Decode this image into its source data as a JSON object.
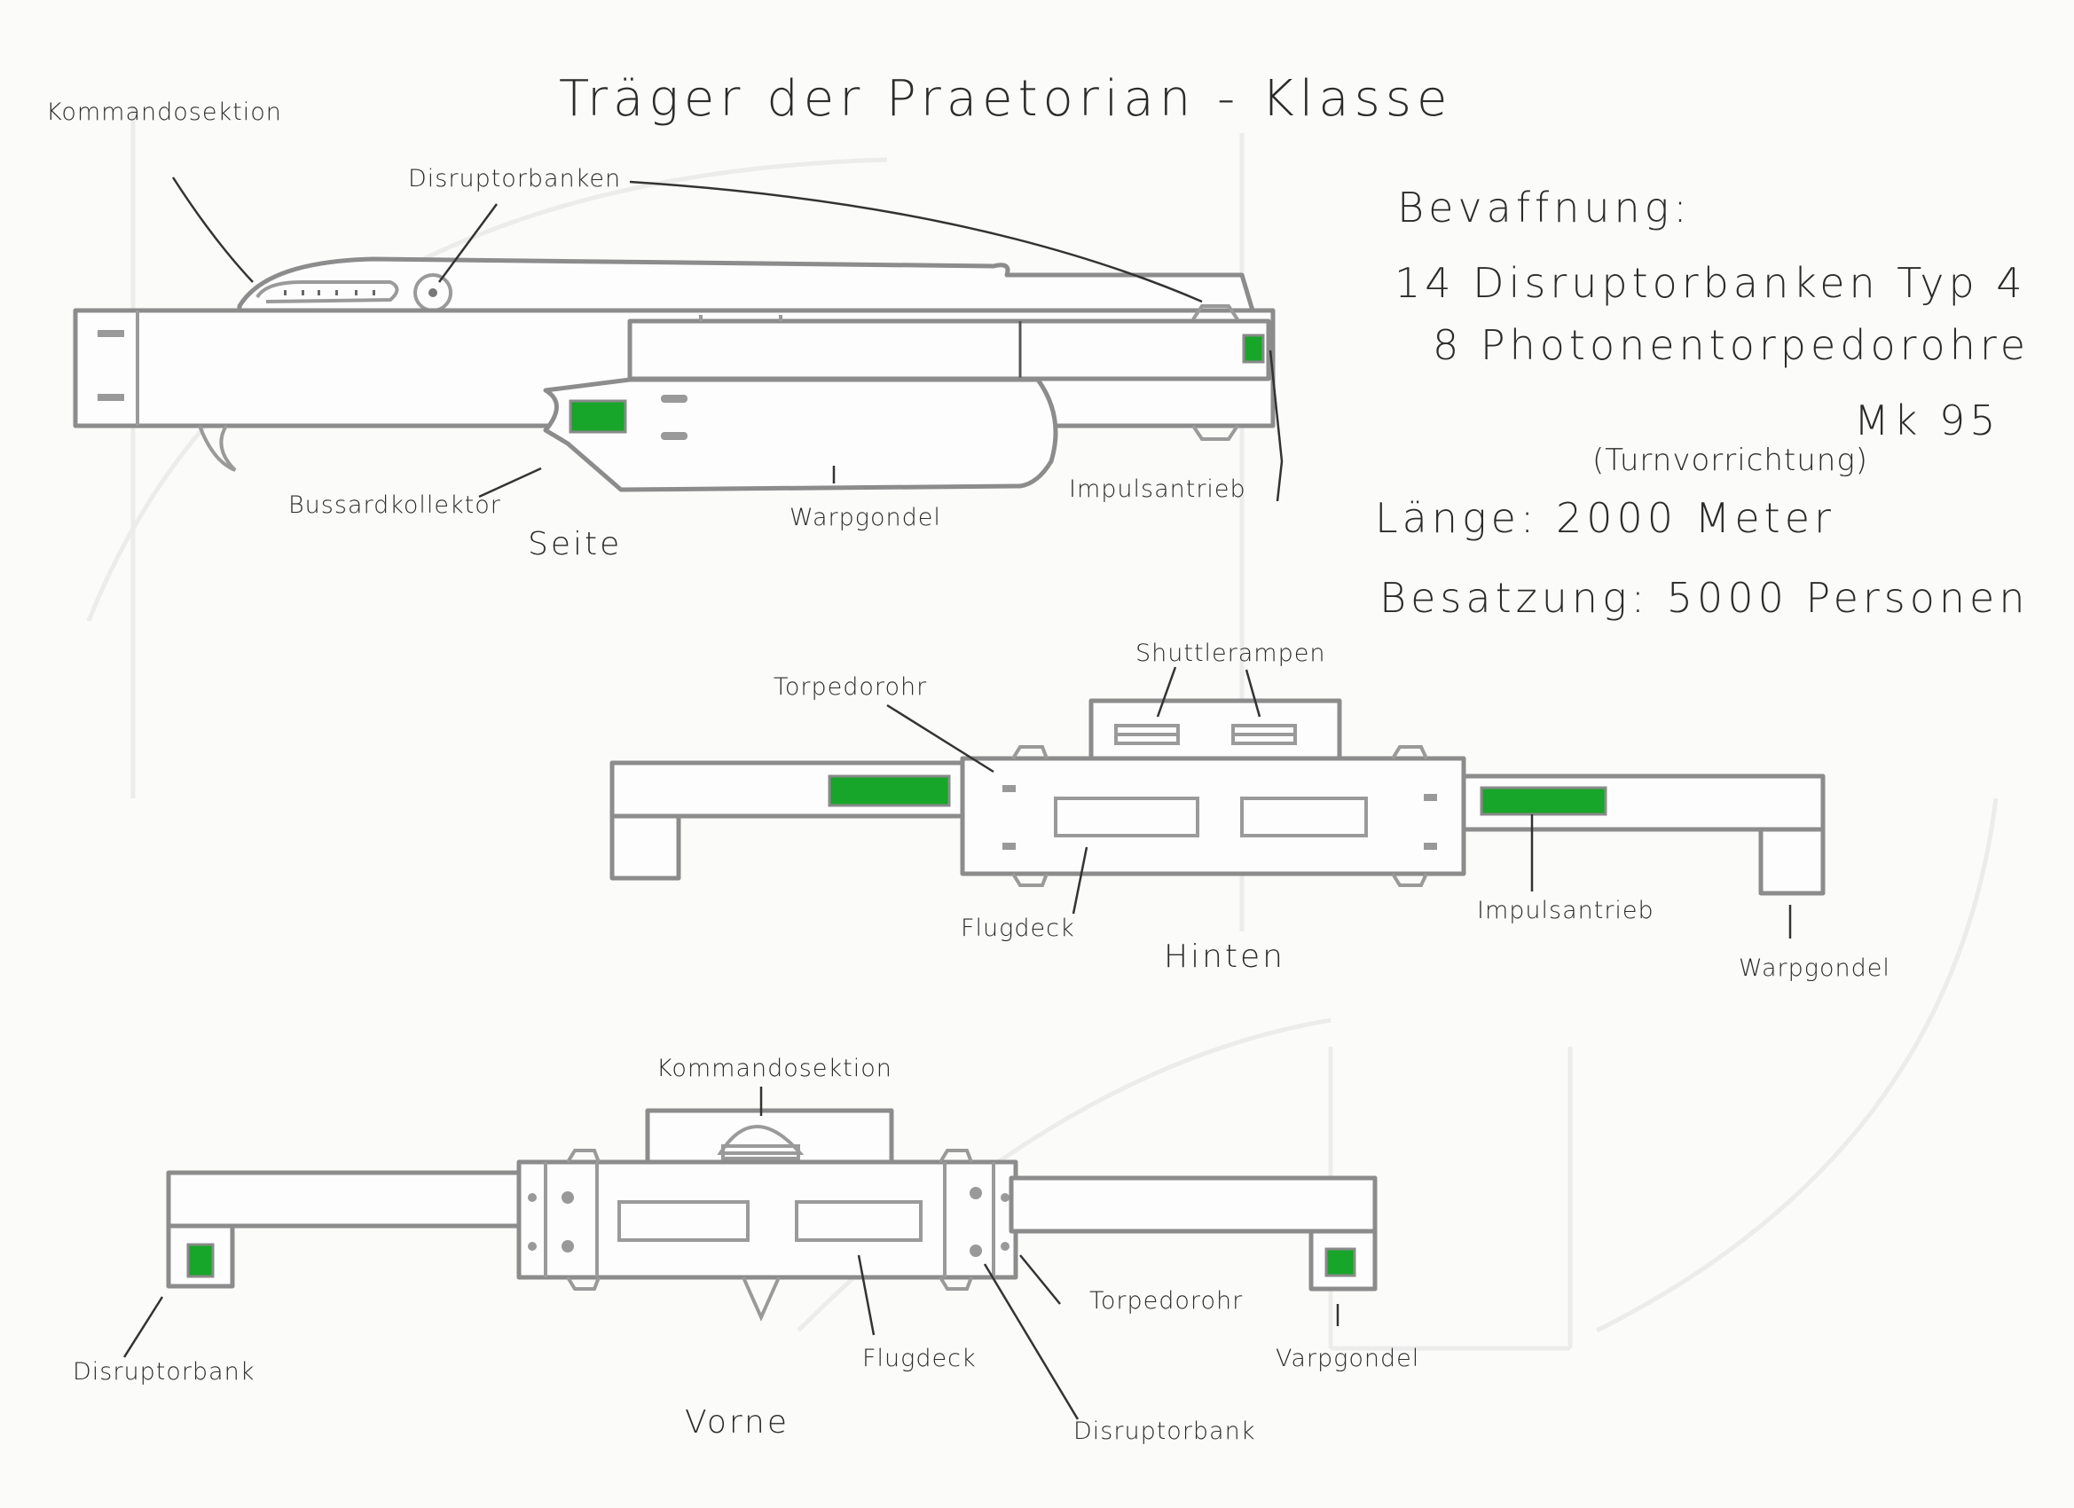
{
  "title": "Träger der Praetorian - Klasse",
  "colors": {
    "paper": "#fbfbfa",
    "pencil": "#8c8c8c",
    "ink": "#2b2b2b",
    "marker_green": "#17a52a"
  },
  "specs": {
    "armament_heading": "Bevaffnung:",
    "weapon_1": "14 Disruptorbanken Typ 4",
    "weapon_2": "8 Photonentorpedorohre",
    "weapon_2_mark": "Mk 95",
    "cloak": "(Turnvorrichtung)",
    "length": "Länge:  2000 Meter",
    "crew": "Besatzung:  5000 Personen"
  },
  "views": {
    "side": {
      "name": "Seite",
      "labels": {
        "command": "Kommandosektion",
        "disruptors": "Disruptorbanken",
        "bussard": "Bussardkollektor",
        "warp": "Warpgondel",
        "impulse": "Impulsantrieb"
      }
    },
    "rear": {
      "name": "Hinten",
      "labels": {
        "shuttle": "Shuttlerampen",
        "torpedo": "Torpedorohr",
        "flightdeck": "Flugdeck",
        "impulse": "Impulsantrieb",
        "warp": "Warpgondel"
      }
    },
    "front": {
      "name": "Vorne",
      "labels": {
        "command": "Kommandosektion",
        "disruptor_left": "Disruptorbank",
        "flightdeck": "Flugdeck",
        "torpedo": "Torpedorohr",
        "disruptor_right": "Disruptorbank",
        "warp": "Varpgondel"
      }
    }
  }
}
